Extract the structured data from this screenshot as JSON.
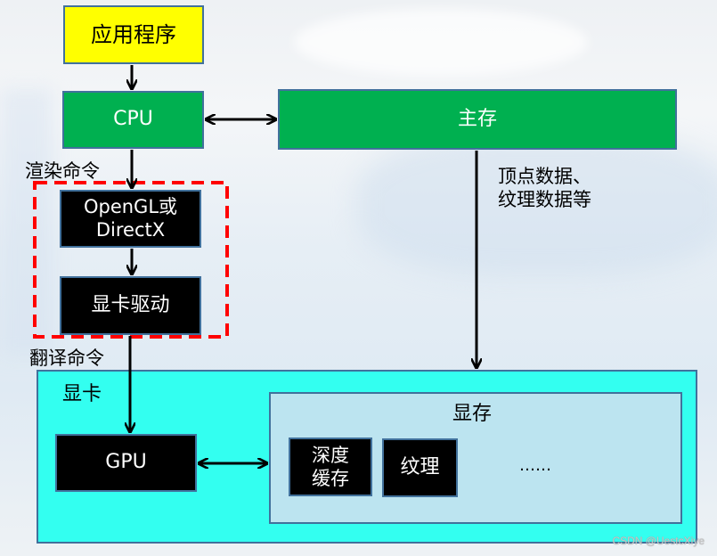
{
  "nodes": {
    "app": "应用程序",
    "cpu": "CPU",
    "main_memory": "主存",
    "api": "OpenGL或\nDirectX",
    "driver": "显卡驱动",
    "gpu_card_label": "显卡",
    "gpu": "GPU",
    "vram_label": "显存",
    "depth_buffer": "深度\n缓存",
    "texture": "纹理",
    "ellipsis": "……"
  },
  "edge_labels": {
    "render_commands": "渲染命令",
    "translated_commands": "翻译命令",
    "vertex_texture_data": "顶点数据、\n纹理数据等"
  },
  "colors": {
    "app": "#ffff00",
    "cpu": "#00b050",
    "main_memory": "#00b050",
    "black_boxes": "#000000",
    "gpu_card": "#33fff0",
    "vram": "#bce4f0",
    "dashed_group": "#ff0000",
    "border": "#41719c"
  },
  "watermark": "CSDN @UestcXiye"
}
